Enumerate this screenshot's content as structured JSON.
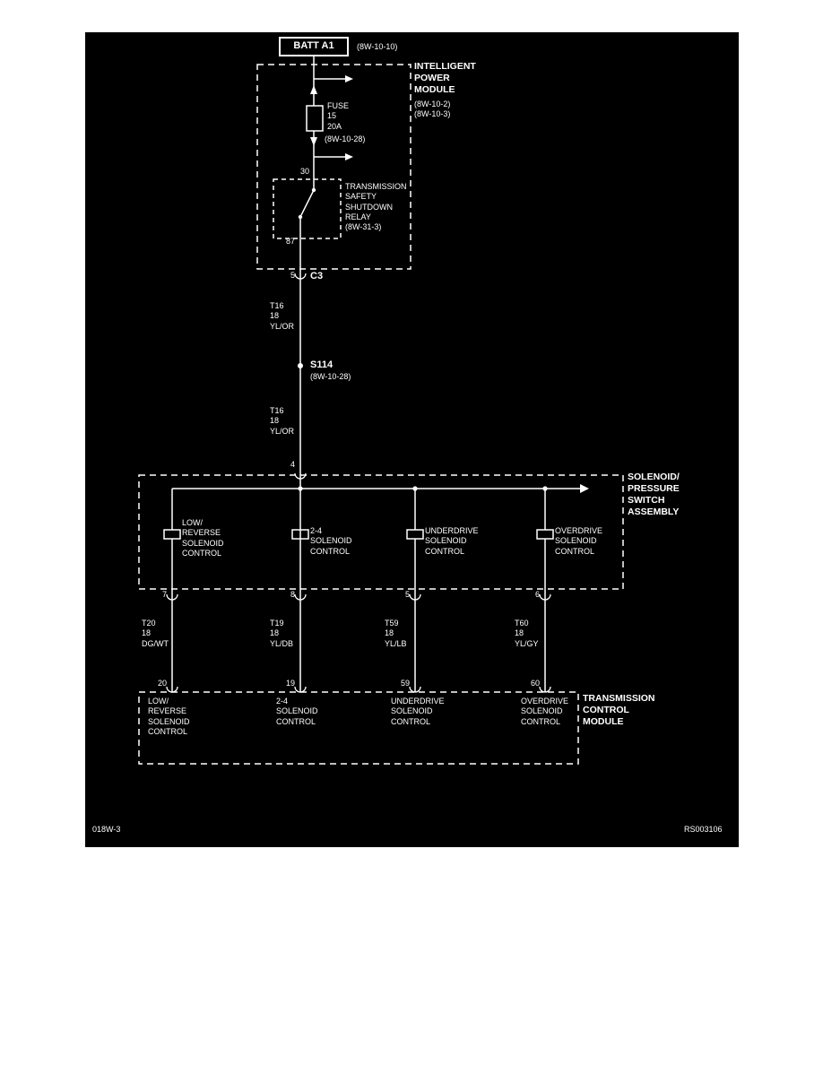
{
  "page": {
    "footer_left": "018W-3",
    "footer_right": "RS003106"
  },
  "battery": {
    "label": "BATT A1",
    "ref": "(8W-10-10)"
  },
  "ipm": {
    "title": "INTELLIGENT\nPOWER\nMODULE",
    "refs": "(8W-10-2)\n(8W-10-3)",
    "fuse_label": "FUSE\n15\n20A",
    "fuse_ref": "(8W-10-28)",
    "relay_pin_in": "30",
    "relay_pin_out": "87",
    "relay_label": "TRANSMISSION\nSAFETY\nSHUTDOWN\nRELAY\n(8W-31-3)"
  },
  "connector_c3": {
    "pin": "5",
    "label": "C3"
  },
  "wire_upper": "T16\n18\nYL/OR",
  "splice": {
    "label": "S114",
    "ref": "(8W-10-28)"
  },
  "wire_lower": "T16\n18\nYL/OR",
  "assembly": {
    "pin_in": "4",
    "title": "SOLENOID/\nPRESSURE\nSWITCH\nASSEMBLY"
  },
  "tcm_title": "TRANSMISSION\nCONTROL\nMODULE",
  "branches": [
    {
      "solenoid_label": "LOW/\nREVERSE\nSOLENOID\nCONTROL",
      "pin": "7",
      "wire": "T20\n18\nDG/WT",
      "tcm_pin": "20",
      "tcm_label": "LOW/\nREVERSE\nSOLENOID\nCONTROL"
    },
    {
      "solenoid_label": "2-4\nSOLENOID\nCONTROL",
      "pin": "8",
      "wire": "T19\n18\nYL/DB",
      "tcm_pin": "19",
      "tcm_label": "2-4\nSOLENOID\nCONTROL"
    },
    {
      "solenoid_label": "UNDERDRIVE\nSOLENOID\nCONTROL",
      "pin": "5",
      "wire": "T59\n18\nYL/LB",
      "tcm_pin": "59",
      "tcm_label": "UNDERDRIVE\nSOLENOID\nCONTROL"
    },
    {
      "solenoid_label": "OVERDRIVE\nSOLENOID\nCONTROL",
      "pin": "6",
      "wire": "T60\n18\nYL/GY",
      "tcm_pin": "60",
      "tcm_label": "OVERDRIVE\nSOLENOID\nCONTROL"
    }
  ],
  "colors": {
    "background": "#000000",
    "line": "#ffffff",
    "paper": "#ffffff"
  }
}
